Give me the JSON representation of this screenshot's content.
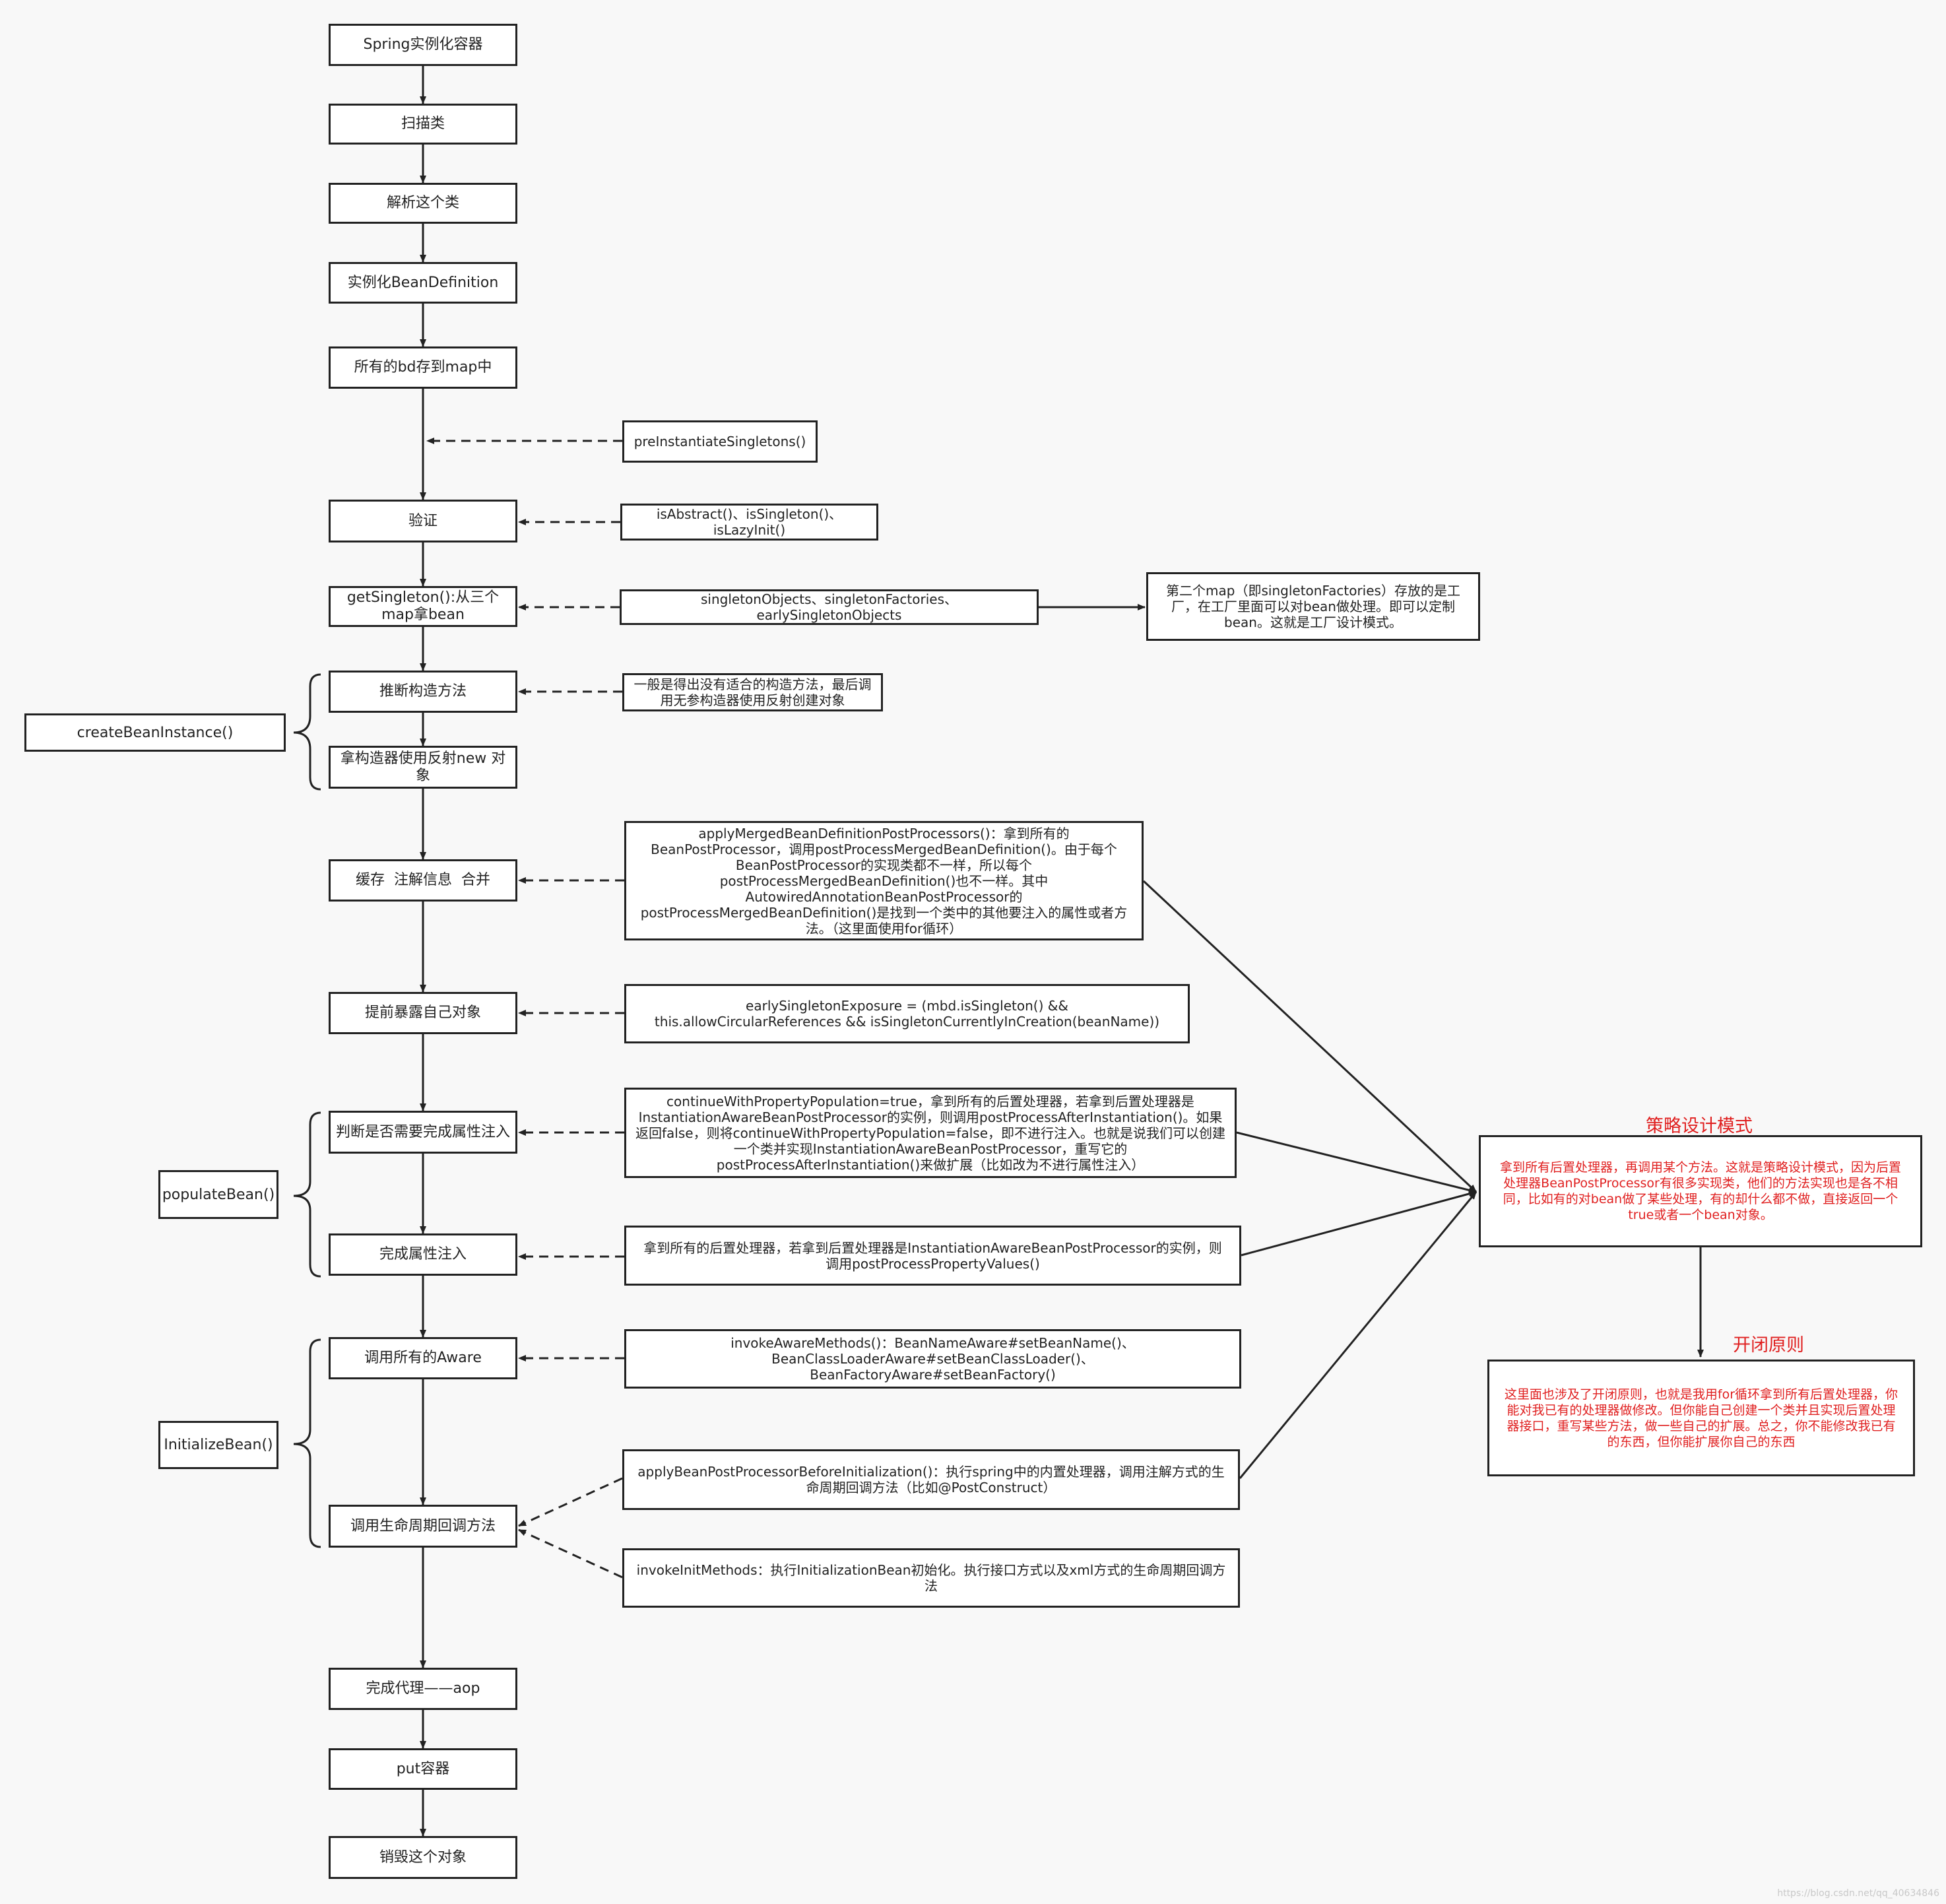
{
  "flow": {
    "spring_instance": "Spring实例化容器",
    "scan_class": "扫描类",
    "parse_class": "解析这个类",
    "instantiate_bd": "实例化BeanDefinition",
    "store_bd_map": "所有的bd存到map中",
    "validate": "验证",
    "get_singleton": "getSingleton():从三个map拿bean",
    "infer_constructor": "推断构造方法",
    "new_object": "拿构造器使用反射new 对象",
    "cache_merge": "缓存  注解信息  合并",
    "early_expose": "提前暴露自己对象",
    "need_injection": "判断是否需要完成属性注入",
    "complete_injection": "完成属性注入",
    "call_aware": "调用所有的Aware",
    "call_lifecycle": "调用生命周期回调方法",
    "complete_proxy": "完成代理——aop",
    "put_container": "put容器",
    "destroy_object": "销毁这个对象"
  },
  "methods": {
    "create_bean_instance": "createBeanInstance()",
    "populate_bean": "populateBean()",
    "initialize_bean": "InitializeBean()"
  },
  "notes": {
    "pre_instantiate": "preInstantiateSingletons()",
    "is_abstract": "isAbstract()、isSingleton()、isLazyInit()",
    "singleton_objects": "singletonObjects、singletonFactories、earlySingletonObjects",
    "second_map": "第二个map（即singletonFactories）存放的是工厂，在工厂里面可以对bean做处理。即可以定制bean。这就是工厂设计模式。",
    "constructor_note": "一般是得出没有适合的构造方法，最后调用无参构造器使用反射创建对象",
    "apply_merged": "applyMergedBeanDefinitionPostProcessors()：拿到所有的BeanPostProcessor，调用postProcessMergedBeanDefinition()。由于每个BeanPostProcessor的实现类都不一样，所以每个postProcessMergedBeanDefinition()也不一样。其中AutowiredAnnotationBeanPostProcessor的postProcessMergedBeanDefinition()是找到一个类中的其他要注入的属性或者方法。（这里面使用for循环）",
    "early_singleton": "earlySingletonExposure = (mbd.isSingleton() && this.allowCircularReferences && isSingletonCurrentlyInCreation(beanName))",
    "continue_population": "continueWithPropertyPopulation=true，拿到所有的后置处理器，若拿到后置处理器是InstantiationAwareBeanPostProcessor的实例，则调用postProcessAfterInstantiation()。如果返回false，则将continueWithPropertyPopulation=false，即不进行注入。也就是说我们可以创建一个类并实现InstantiationAwareBeanPostProcessor，重写它的postProcessAfterInstantiation()来做扩展（比如改为不进行属性注入）",
    "post_process_property": "拿到所有的后置处理器，若拿到后置处理器是InstantiationAwareBeanPostProcessor的实例，则调用postProcessPropertyValues()",
    "invoke_aware": "invokeAwareMethods()：BeanNameAware#setBeanName()、BeanClassLoaderAware#setBeanClassLoader()、BeanFactoryAware#setBeanFactory()",
    "apply_before_init": "applyBeanPostProcessorBeforeInitialization()：执行spring中的内置处理器，调用注解方式的生命周期回调方法（比如@PostConstruct）",
    "invoke_init": "invokeInitMethods：执行InitializationBean初始化。执行接口方式以及xml方式的生命周期回调方法"
  },
  "strategy": {
    "title": "策略设计模式",
    "body": "拿到所有后置处理器，再调用某个方法。这就是策略设计模式，因为后置处理器BeanPostProcessor有很多实现类，他们的方法实现也是各不相同，比如有的对bean做了某些处理，有的却什么都不做，直接返回一个true或者一个bean对象。"
  },
  "open_closed": {
    "title": "开闭原则",
    "body": "这里面也涉及了开闭原则，也就是我用for循环拿到所有后置处理器，你能对我已有的处理器做修改。但你能自己创建一个类并且实现后置处理器接口，重写某些方法，做一些自己的扩展。总之，你不能修改我已有的东西，但你能扩展你自己的东西"
  },
  "watermark": "https://blog.csdn.net/qq_40634846",
  "colors": {
    "accent_red": "#e02020",
    "line": "#222222",
    "background": "#f8f8f8"
  }
}
